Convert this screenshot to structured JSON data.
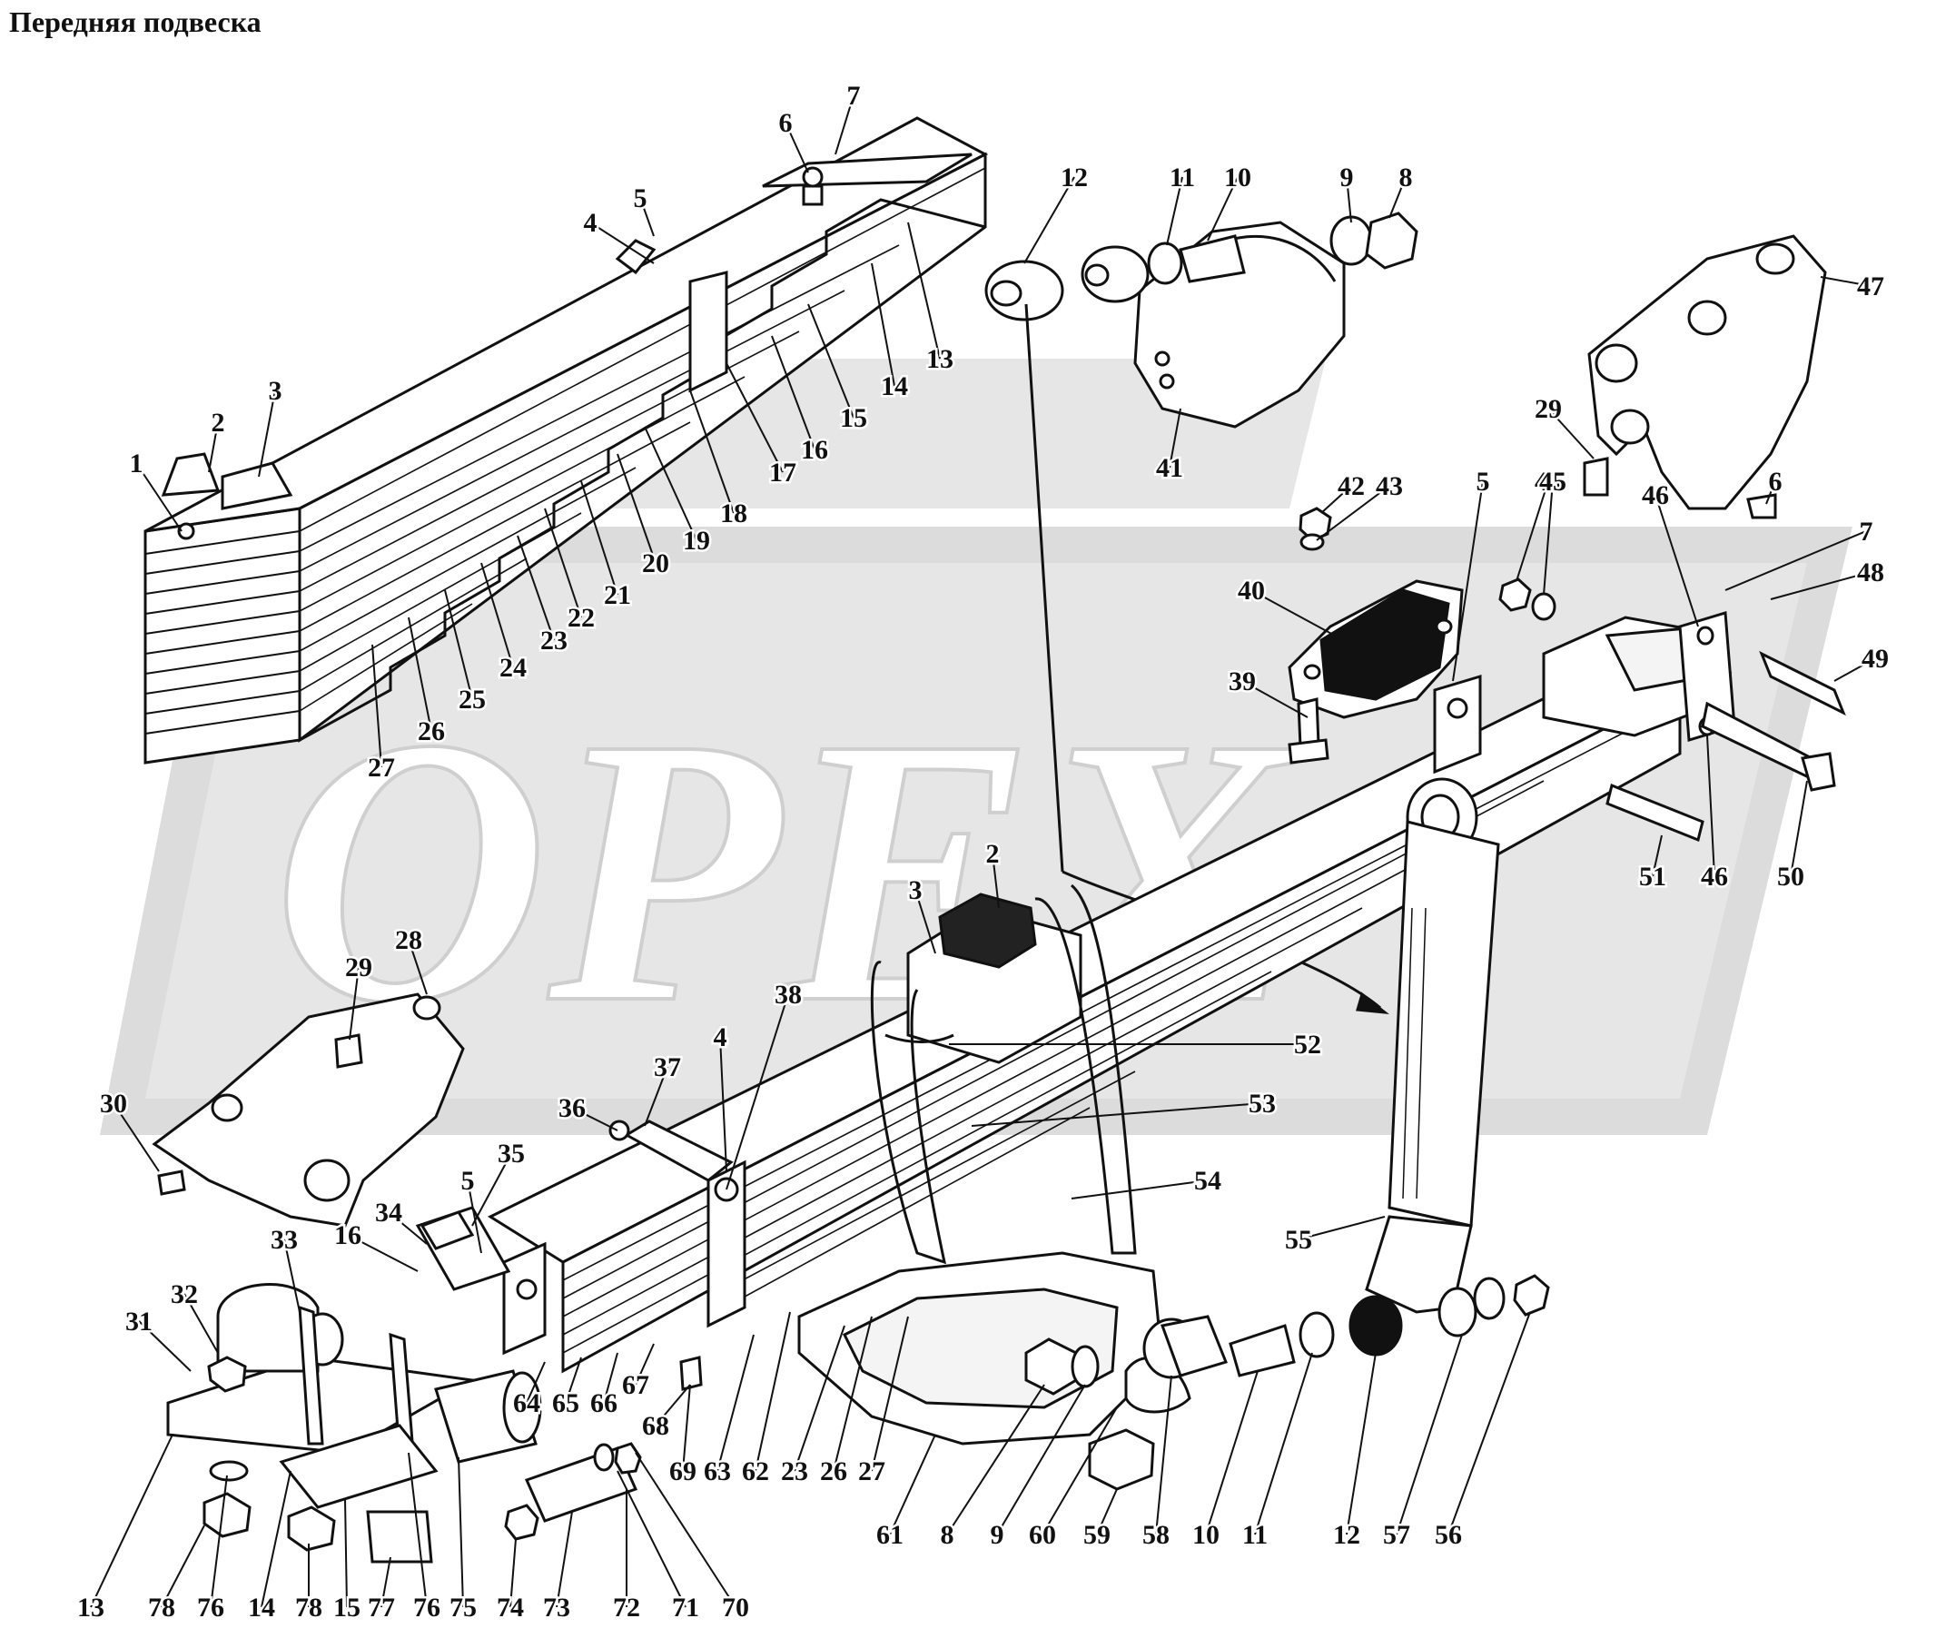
{
  "title": "Передняя подвеска",
  "watermark": {
    "text": "OPEX",
    "color": "#d6d6d6"
  },
  "colors": {
    "ink": "#111111",
    "paper": "#ffffff",
    "watermark": "#d6d6d6"
  },
  "callouts": [
    "1",
    "2",
    "3",
    "4",
    "5",
    "6",
    "7",
    "8",
    "9",
    "10",
    "11",
    "12",
    "13",
    "14",
    "15",
    "16",
    "17",
    "18",
    "19",
    "20",
    "21",
    "22",
    "23",
    "24",
    "25",
    "26",
    "27",
    "28",
    "29",
    "30",
    "31",
    "32",
    "33",
    "34",
    "35",
    "36",
    "37",
    "38",
    "39",
    "40",
    "41",
    "42",
    "43",
    "44",
    "45",
    "46",
    "47",
    "48",
    "49",
    "50",
    "51",
    "52",
    "53",
    "54",
    "55",
    "56",
    "57",
    "58",
    "59",
    "60",
    "61",
    "62",
    "63",
    "64",
    "65",
    "66",
    "67",
    "68",
    "69",
    "70",
    "71",
    "72",
    "73",
    "74",
    "75",
    "76",
    "77",
    "78"
  ]
}
